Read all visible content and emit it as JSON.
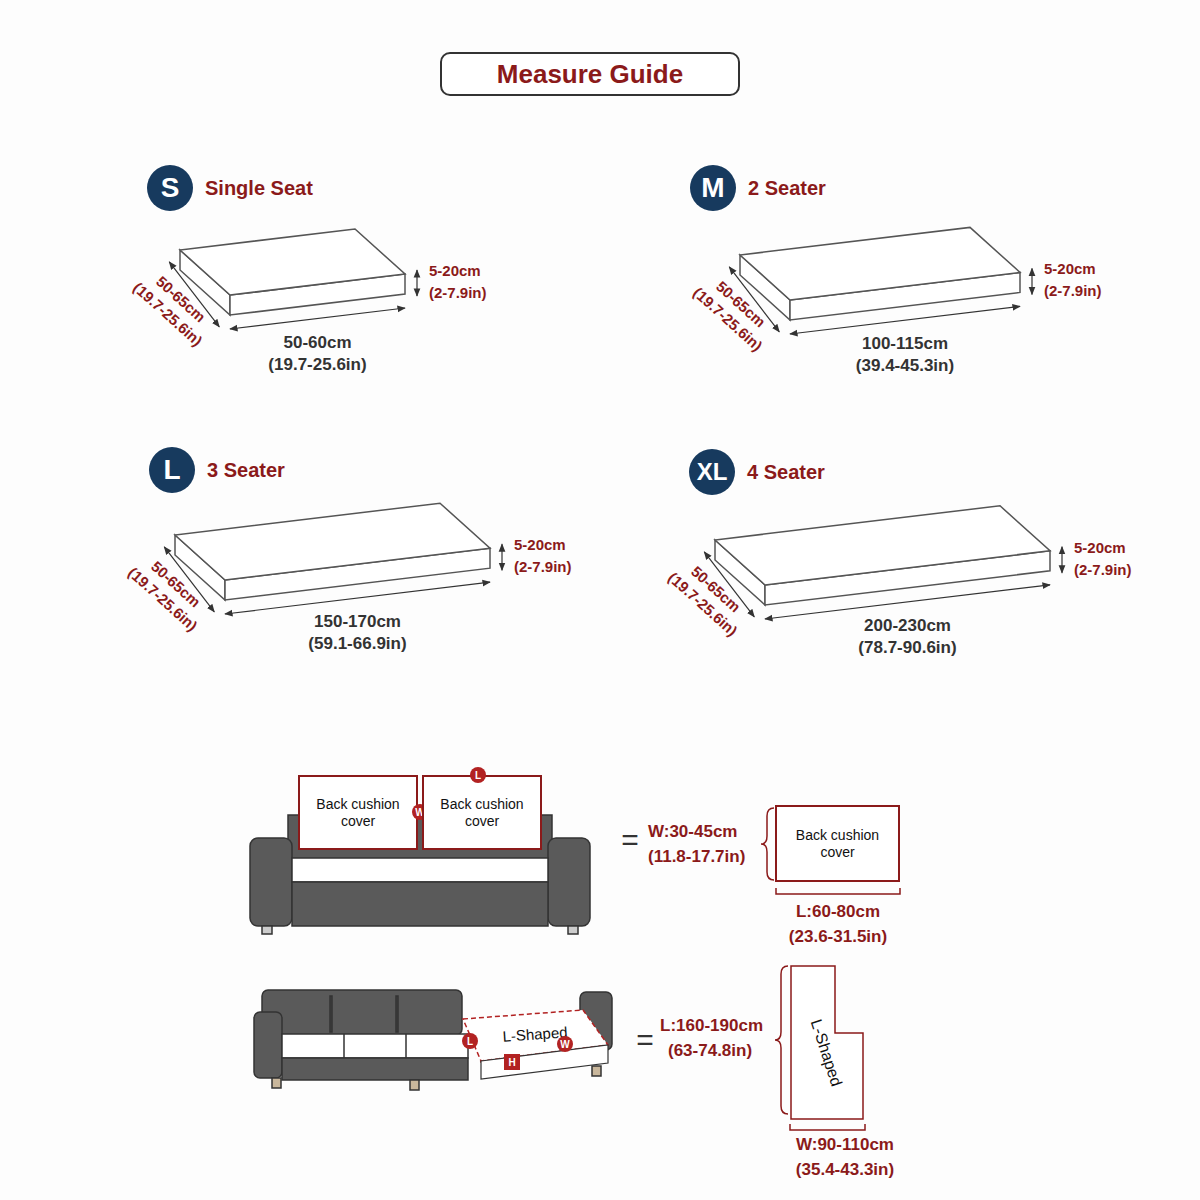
{
  "diagram": {
    "title": "Measure Guide",
    "nodes": [
      {
        "text": [
          "S",
          "Single Seat"
        ]
      },
      {
        "text": [
          "M",
          "2 Seater"
        ]
      },
      {
        "text": [
          "L",
          "3 Seater"
        ]
      },
      {
        "text": [
          "XL",
          "4 Seater"
        ]
      },
      {
        "text": [
          "Back cushion cover"
        ]
      },
      {
        "text": [
          "W"
        ]
      },
      {
        "text": [
          "Back cushion cover"
        ]
      },
      {
        "text": [
          "L"
        ]
      },
      {
        "text": [
          "Back cushion cover"
        ]
      },
      {
        "text": [
          "L-Shaped"
        ]
      },
      {
        "text": [
          "L"
        ]
      },
      {
        "text": [
          "W"
        ]
      },
      {
        "text": [
          "H"
        ]
      },
      {
        "text": [
          "L-Shaped"
        ]
      }
    ],
    "labels": [
      "5-20cm",
      "(2-7.9in)",
      "50-65cm",
      "(19.7-25.6in)",
      "50-60cm",
      "(19.7-25.6in)",
      "5-20cm",
      "(2-7.9in)",
      "50-65cm",
      "(19.7-25.6in)",
      "100-115cm",
      "(39.4-45.3in)",
      "5-20cm",
      "(2-7.9in)",
      "50-65cm",
      "(19.7-25.6in)",
      "150-170cm",
      "(59.1-66.9in)",
      "5-20cm",
      "(2-7.9in)",
      "50-65cm",
      "(19.7-25.6in)",
      "200-230cm",
      "(78.7-90.6in)",
      "=",
      "W:30-45cm",
      "(11.8-17.7in)",
      "L:60-80cm",
      "(23.6-31.5in)",
      "=",
      "L:160-190cm",
      "(63-74.8in)",
      "W:90-110cm",
      "(35.4-43.3in)"
    ]
  }
}
